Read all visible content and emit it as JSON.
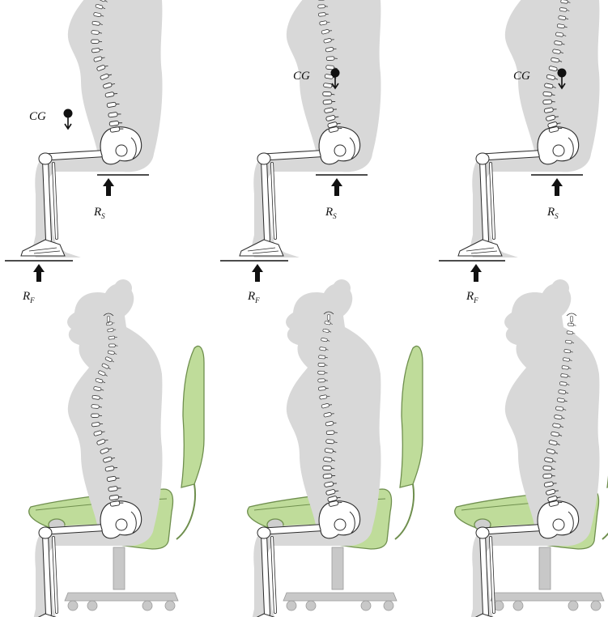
{
  "labels": {
    "cg": "CG",
    "rs_main": "R",
    "rs_sub": "S",
    "rf_main": "R",
    "rf_sub": "F"
  },
  "colors": {
    "body": "#d8d8d8",
    "bone": "#ffffff",
    "bone_outline": "#2b2b2b",
    "chair_shell": "#bfdc9a",
    "chair_outline": "#6f8f4e",
    "chair_frame": "#c8c8c8",
    "arrow": "#111111"
  },
  "figures": {
    "top": [
      {
        "id": "top-left",
        "posture": "slumped",
        "shows_cg": true,
        "shows_rs": true,
        "shows_rf": true
      },
      {
        "id": "top-middle",
        "posture": "upright",
        "shows_cg": true,
        "shows_rs": true,
        "shows_rf": true
      },
      {
        "id": "top-right",
        "posture": "reclined",
        "shows_cg": true,
        "shows_rs": true,
        "shows_rf": true
      }
    ],
    "bottom": [
      {
        "id": "bottom-left",
        "posture": "slumped",
        "chair": "task-chair"
      },
      {
        "id": "bottom-middle",
        "posture": "upright",
        "chair": "task-chair"
      },
      {
        "id": "bottom-right",
        "posture": "reclined",
        "chair": "task-chair"
      }
    ]
  }
}
